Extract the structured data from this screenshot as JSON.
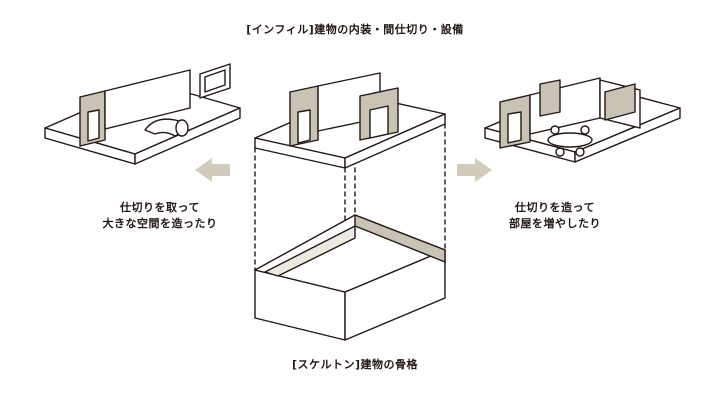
{
  "infill_title": "[インフィル]建物の内装・間仕切り・設備",
  "skeleton_title": "[スケルトン]建物の骨格",
  "left_caption": [
    "仕切りを取って",
    "大きな空間を造ったり"
  ],
  "right_caption": [
    "仕切りを造って",
    "部屋を増やしたり"
  ],
  "colors": {
    "line": "#231815",
    "panel": "#c9c3b5",
    "arrow": "#d1cbbd",
    "floor": "#ffffff"
  },
  "icons": {
    "left_arrow": "arrow-left-icon",
    "right_arrow": "arrow-right-icon"
  }
}
